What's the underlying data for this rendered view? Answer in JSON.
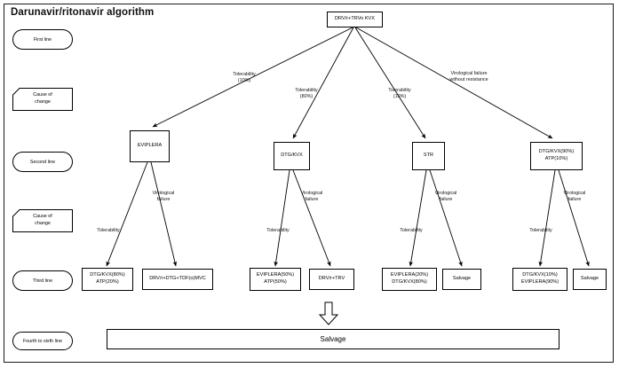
{
  "title": "Darunavir/ritonavir algorithm",
  "stages": [
    {
      "name": "first-line",
      "label": "First line",
      "shape": "pill"
    },
    {
      "name": "cause-of-change-1",
      "label": "Cause of\nchange",
      "shape": "banner"
    },
    {
      "name": "second-line",
      "label": "Second line",
      "shape": "pill"
    },
    {
      "name": "cause-of-change-2",
      "label": "Cause of\nchange",
      "shape": "banner"
    },
    {
      "name": "third-line",
      "label": "Third line",
      "shape": "pill"
    },
    {
      "name": "fourth-to-sixth",
      "label": "Fourth to sixth line",
      "shape": "pill"
    }
  ],
  "nodes": {
    "root": "DRV/r+TRVo KVX",
    "second": [
      "EVIPLERA",
      "DTG/KVX",
      "STR",
      "DTG/KVX(90%)\nATP(10%)"
    ],
    "third": [
      "DTG/KVX(80%)\nATP(20%)",
      "DRV/r+DTG+TDF(o)MVC",
      "EVIPLERA(50%)\nATP(50%)",
      "DRV/r+TRV",
      "EVIPLERA(20%)\nDTG/KVX(80%)",
      "Salvage",
      "DTG/KVX(10%)\nEVIPLERA(90%)",
      "Salvage"
    ],
    "bottom": "Salvage"
  },
  "edge_labels": {
    "root_branches": [
      "Tolerability\n(10%)",
      "Tolerability\n(80%)",
      "Tolerability\n(10%)",
      "Virological failure\nwithout resistance"
    ],
    "second_branches": [
      {
        "left": "Tolerability",
        "right": "Virological\nfailure"
      },
      {
        "left": "Tolerability",
        "right": "Virological\nfailure"
      },
      {
        "left": "Tolerability",
        "right": "Virological\nfailure"
      },
      {
        "left": "Tolerability",
        "right": "Virological\nfailure"
      }
    ]
  },
  "colors": {
    "stroke": "#000000",
    "frame": "#1a1a1a",
    "background": "#ffffff",
    "text": "#000000"
  }
}
